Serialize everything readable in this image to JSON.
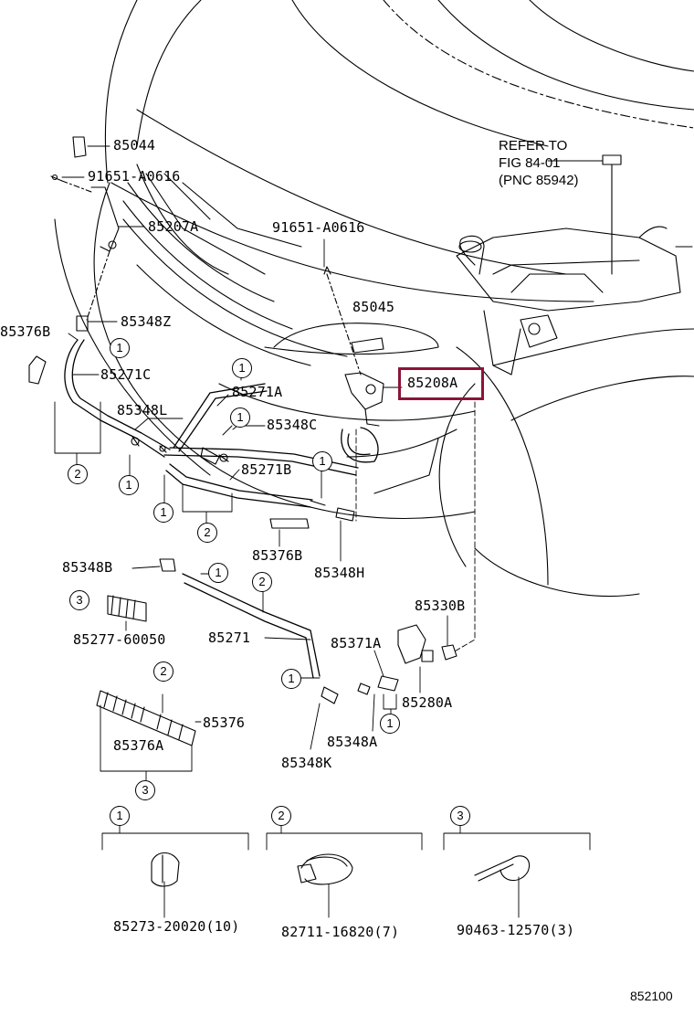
{
  "diagram": {
    "highlight_color": "#8a1538",
    "refer": {
      "line1": "REFER TO",
      "line2": "FIG 84-01",
      "line3": "(PNC 85942)"
    },
    "parts": {
      "p85044": "85044",
      "p91651_left": "91651-A0616",
      "p85207A": "85207A",
      "p91651_center": "91651-A0616",
      "p85045": "85045",
      "p85208A": "85208A",
      "p85376B": "85376B",
      "p85348Z": "85348Z",
      "p85271C": "85271C",
      "p85271A": "85271A",
      "p85348L": "85348L",
      "p85348C": "85348C",
      "p85271B": "85271B",
      "p85376B_2": "85376B",
      "p85348H": "85348H",
      "p85348B": "85348B",
      "p85277": "85277-60050",
      "p85271": "85271",
      "p85330B": "85330B",
      "p85371A": "85371A",
      "p85280A": "85280A",
      "p85376": "85376",
      "p85376A": "85376A",
      "p85348A": "85348A",
      "p85348K": "85348K"
    },
    "callouts": {
      "c1": "1",
      "c2": "2",
      "c3": "3"
    },
    "legend": [
      {
        "num": "1",
        "part": "85273-20020(10)"
      },
      {
        "num": "2",
        "part": "82711-16820(7)"
      },
      {
        "num": "3",
        "part": "90463-12570(3)"
      }
    ],
    "figure_code": "852100"
  }
}
